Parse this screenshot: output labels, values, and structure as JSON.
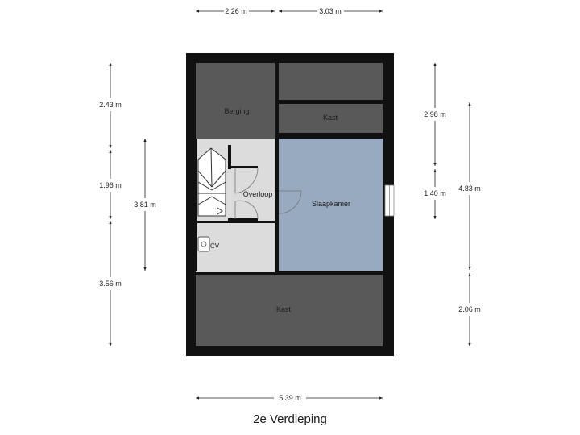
{
  "title": "2e Verdieping",
  "rooms": {
    "berging": "Berging",
    "kast_top": "Kast",
    "overloop": "Overloop",
    "slaapkamer": "Slaapkamer",
    "cv": "CV",
    "kast_bottom": "Kast"
  },
  "dimensions": {
    "top_left": "2.26 m",
    "top_right": "3.03 m",
    "left_a": "2.43 m",
    "left_b": "1.96 m",
    "left_c": "3.56 m",
    "left_inner": "3.81 m",
    "right_a": "2.98 m",
    "right_b": "1.40 m",
    "right_outer": "4.83 m",
    "right_c": "2.06 m",
    "bottom": "5.39 m"
  },
  "colors": {
    "wall": "#111111",
    "dark_room": "#595959",
    "hall": "#dcdcdc",
    "bedroom": "#97aabf"
  }
}
